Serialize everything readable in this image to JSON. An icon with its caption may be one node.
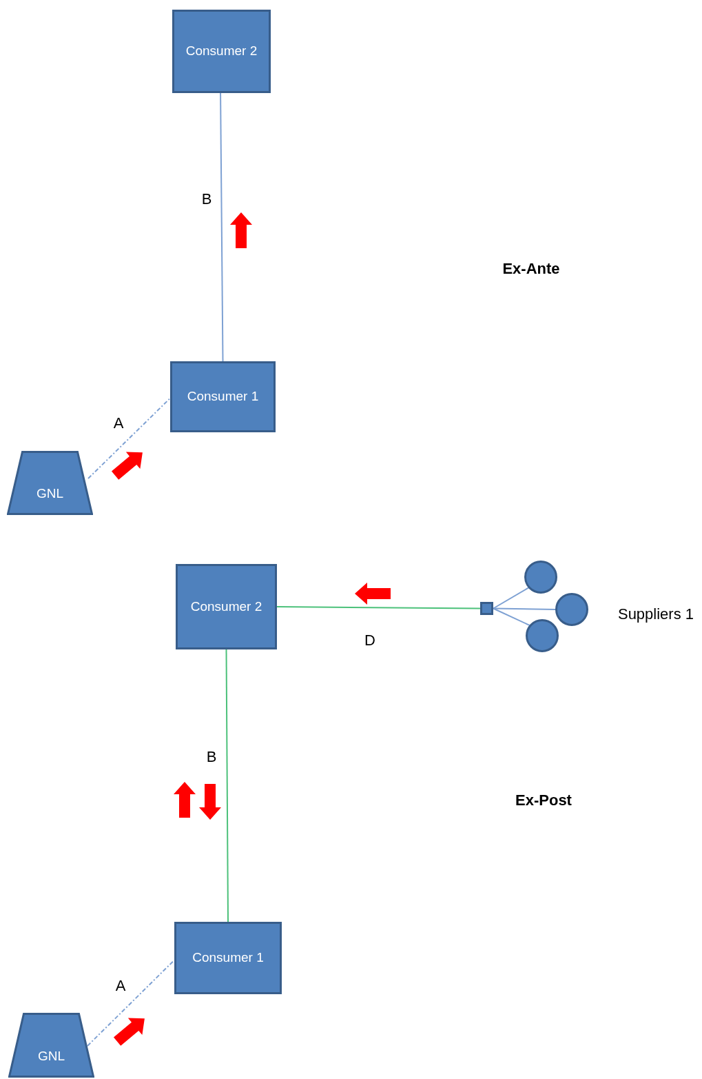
{
  "diagram": {
    "nodes": [
      {
        "text": [
          "Consumer 2"
        ]
      },
      {
        "text": [
          "Consumer 1"
        ]
      },
      {
        "text": [
          "GNL"
        ]
      },
      {
        "text": [
          "Consumer 2"
        ]
      },
      {
        "text": [],
        "shape": "box"
      },
      {
        "text": [],
        "shape": "circle"
      },
      {
        "text": [],
        "shape": "circle"
      },
      {
        "text": [],
        "shape": "circle"
      },
      {
        "text": [
          "Consumer 1"
        ]
      },
      {
        "text": [
          "GNL"
        ]
      }
    ],
    "edges": [
      {
        "from": 2,
        "to": 1,
        "arrow": "none",
        "label": "A",
        "style": "dashed"
      },
      {
        "from": 1,
        "to": 0,
        "arrow": "none",
        "label": "B"
      },
      {
        "from": 9,
        "to": 8,
        "arrow": "none",
        "label": "A",
        "style": "dashed"
      },
      {
        "from": 8,
        "to": 3,
        "arrow": "none",
        "label": "B",
        "color": "#4cc17a"
      },
      {
        "from": 4,
        "to": 3,
        "arrow": "none",
        "label": "D",
        "color": "#4cc17a"
      },
      {
        "from": 4,
        "to": 5,
        "arrow": "none"
      },
      {
        "from": 4,
        "to": 6,
        "arrow": "none"
      },
      {
        "from": 4,
        "to": 7,
        "arrow": "none"
      }
    ],
    "labels": [
      "Ex-Ante",
      "Suppliers 1",
      "Ex-Post"
    ]
  }
}
